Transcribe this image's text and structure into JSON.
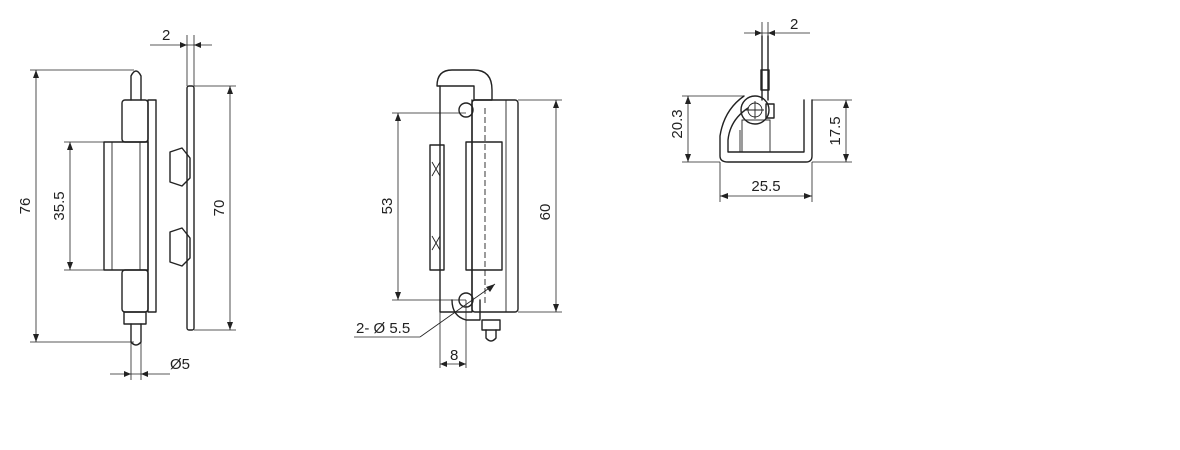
{
  "dimensions": {
    "front": {
      "thickness": "2",
      "overall_height": "76",
      "leaf_height": "70",
      "knuckle_length": "35.5",
      "pin_diameter": "Ø5"
    },
    "side": {
      "hole_spacing": "53",
      "height": "60",
      "holes": "2- Ø 5.5",
      "offset": "8"
    },
    "top": {
      "thickness": "2",
      "left_height": "20.3",
      "right_height": "17.5",
      "width": "25.5"
    }
  }
}
